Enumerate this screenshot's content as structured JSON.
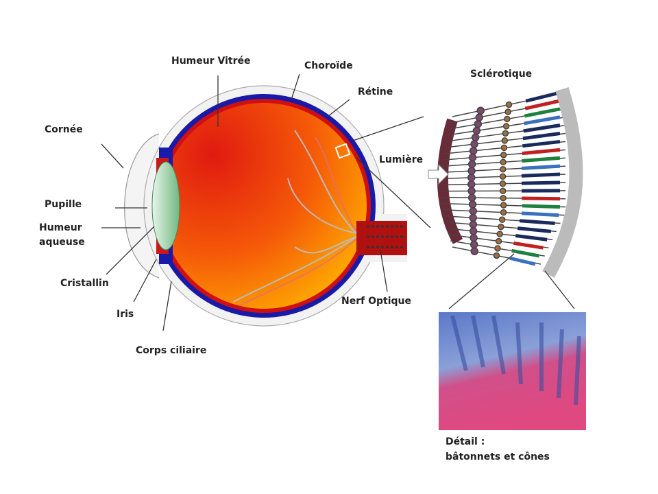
{
  "labels": {
    "humeur_vitree": "Humeur Vitrée",
    "choroide": "Choroïde",
    "retine": "Rétine",
    "sclerotique": "Sclérotique",
    "cornee": "Cornée",
    "lumiere": "Lumière",
    "pupille": "Pupille",
    "humeur_aqueuse_1": "Humeur",
    "humeur_aqueuse_2": "aqueuse",
    "cristallin": "Cristallin",
    "iris": "Iris",
    "corps_ciliaire": "Corps ciliaire",
    "nerf_optique": "Nerf Optique",
    "detail_1": "Détail :",
    "detail_2": "bâtonnets et cônes"
  },
  "colors": {
    "sclera": "#f2f2f2",
    "choroid": "#1a1aa8",
    "retina": "#d01010",
    "vitreous_start": "#e82010",
    "vitreous_end": "#ffa000",
    "lens": "#9fd4a8",
    "nerve": "#b01010"
  }
}
